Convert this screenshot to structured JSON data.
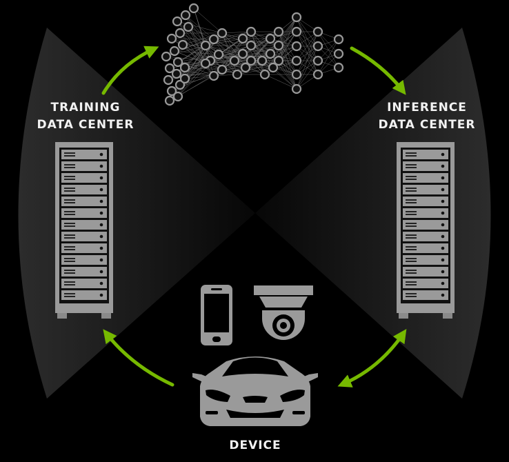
{
  "labels": {
    "training_line1": "TRAINING",
    "training_line2": "DATA CENTER",
    "inference_line1": "INFERENCE",
    "inference_line2": "DATA CENTER",
    "device": "DEVICE"
  },
  "colors": {
    "background": "#000000",
    "arrow": "#76b900",
    "hardware": "#9a9a9a",
    "node": "#9a9a9a",
    "text": "#f2f2f2"
  },
  "icons": [
    "server-rack-icon",
    "neural-network-icon",
    "smartphone-icon",
    "security-camera-icon",
    "car-icon"
  ]
}
